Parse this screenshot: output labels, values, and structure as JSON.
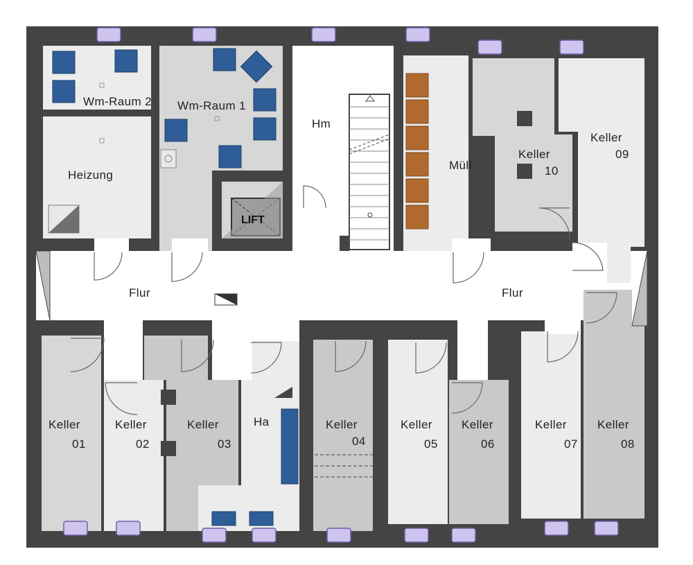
{
  "colors": {
    "wall": "#444444",
    "room_light": "#ececec",
    "room_mid": "#d7d7d7",
    "room_dark": "#c9c9c9",
    "corridor": "#ffffff",
    "window": "#cfc4ee",
    "window_stroke": "#6b5ea8",
    "washer": "#2f5d97",
    "shelf": "#b06a2e"
  },
  "rooms": {
    "wm_raum_2": "Wm-Raum 2",
    "wm_raum_1": "Wm-Raum 1",
    "heizung": "Heizung",
    "hm": "Hm",
    "lift": "LIFT",
    "muell": "Müll",
    "keller_10": {
      "l1": "Keller",
      "l2": "10"
    },
    "keller_09": {
      "l1": "Keller",
      "l2": "09"
    },
    "flur_left": "Flur",
    "flur_right": "Flur",
    "keller_01": {
      "l1": "Keller",
      "l2": "01"
    },
    "keller_02": {
      "l1": "Keller",
      "l2": "02"
    },
    "keller_03": {
      "l1": "Keller",
      "l2": "03"
    },
    "ha": "Ha",
    "keller_04": {
      "l1": "Keller",
      "l2": "04"
    },
    "keller_05": {
      "l1": "Keller",
      "l2": "05"
    },
    "keller_06": {
      "l1": "Keller",
      "l2": "06"
    },
    "keller_07": {
      "l1": "Keller",
      "l2": "07"
    },
    "keller_08": {
      "l1": "Keller",
      "l2": "08"
    }
  }
}
